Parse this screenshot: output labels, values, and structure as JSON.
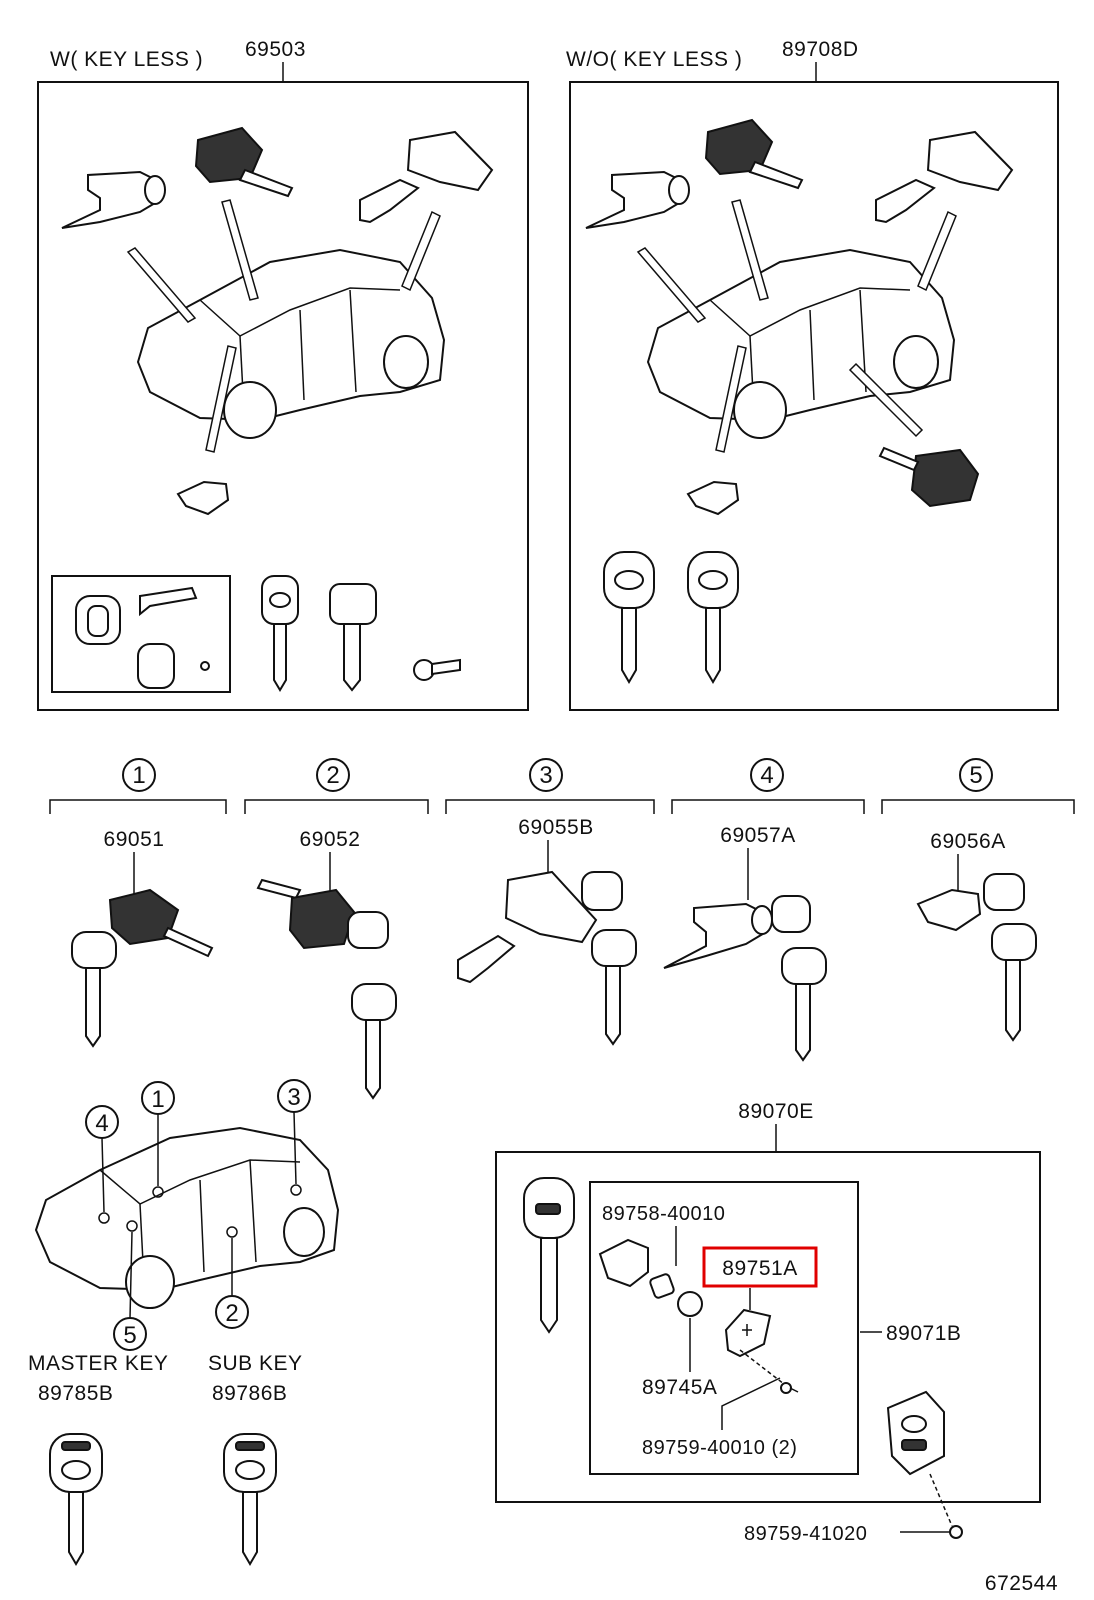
{
  "top_left": {
    "variant_label": "W( KEY LESS )",
    "part_number": "69503"
  },
  "top_right": {
    "variant_label": "W/O( KEY LESS )",
    "part_number": "89708D"
  },
  "sets": [
    {
      "callout": "1",
      "part_number": "69051"
    },
    {
      "callout": "2",
      "part_number": "69052"
    },
    {
      "callout": "3",
      "part_number": "69055B"
    },
    {
      "callout": "4",
      "part_number": "69057A"
    },
    {
      "callout": "5",
      "part_number": "69056A"
    }
  ],
  "car_callouts": [
    "4",
    "1",
    "3",
    "5",
    "2"
  ],
  "keys": {
    "master_label": "MASTER  KEY",
    "master_part": "89785B",
    "sub_label": "SUB  KEY",
    "sub_part": "89786B"
  },
  "transmitter": {
    "assembly_part": "89070E",
    "housing_part": "89071B",
    "parts": {
      "p1": "89758-40010",
      "p2": "89751A",
      "p3": "89745A",
      "p4": "89759-40010 (2)",
      "p5": "89759-41020"
    },
    "highlighted_part": "89751A",
    "highlight_color": "#e00000"
  },
  "illustration_number": "672544"
}
